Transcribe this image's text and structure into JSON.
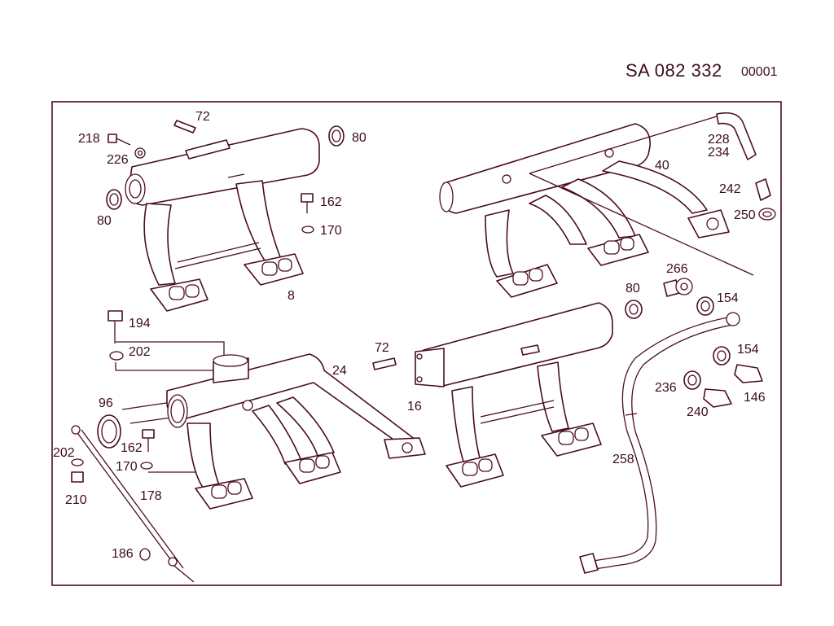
{
  "header": {
    "drawing_code": "SA 082 332",
    "sheet_number": "00001"
  },
  "callouts": {
    "c218": "218",
    "c226": "226",
    "c72a": "72",
    "c80a": "80",
    "c80b": "80",
    "c162a": "162",
    "c170a": "170",
    "c8": "8",
    "c40": "40",
    "c228": "228",
    "c234": "234",
    "c242": "242",
    "c250": "250",
    "c266": "266",
    "c80c": "80",
    "c154a": "154",
    "c194": "194",
    "c202a": "202",
    "c72b": "72",
    "c24": "24",
    "c16": "16",
    "c154b": "154",
    "c236": "236",
    "c146": "146",
    "c240": "240",
    "c96": "96",
    "c162b": "162",
    "c202b": "202",
    "c170b": "170",
    "c210": "210",
    "c178": "178",
    "c258": "258",
    "c186": "186"
  }
}
